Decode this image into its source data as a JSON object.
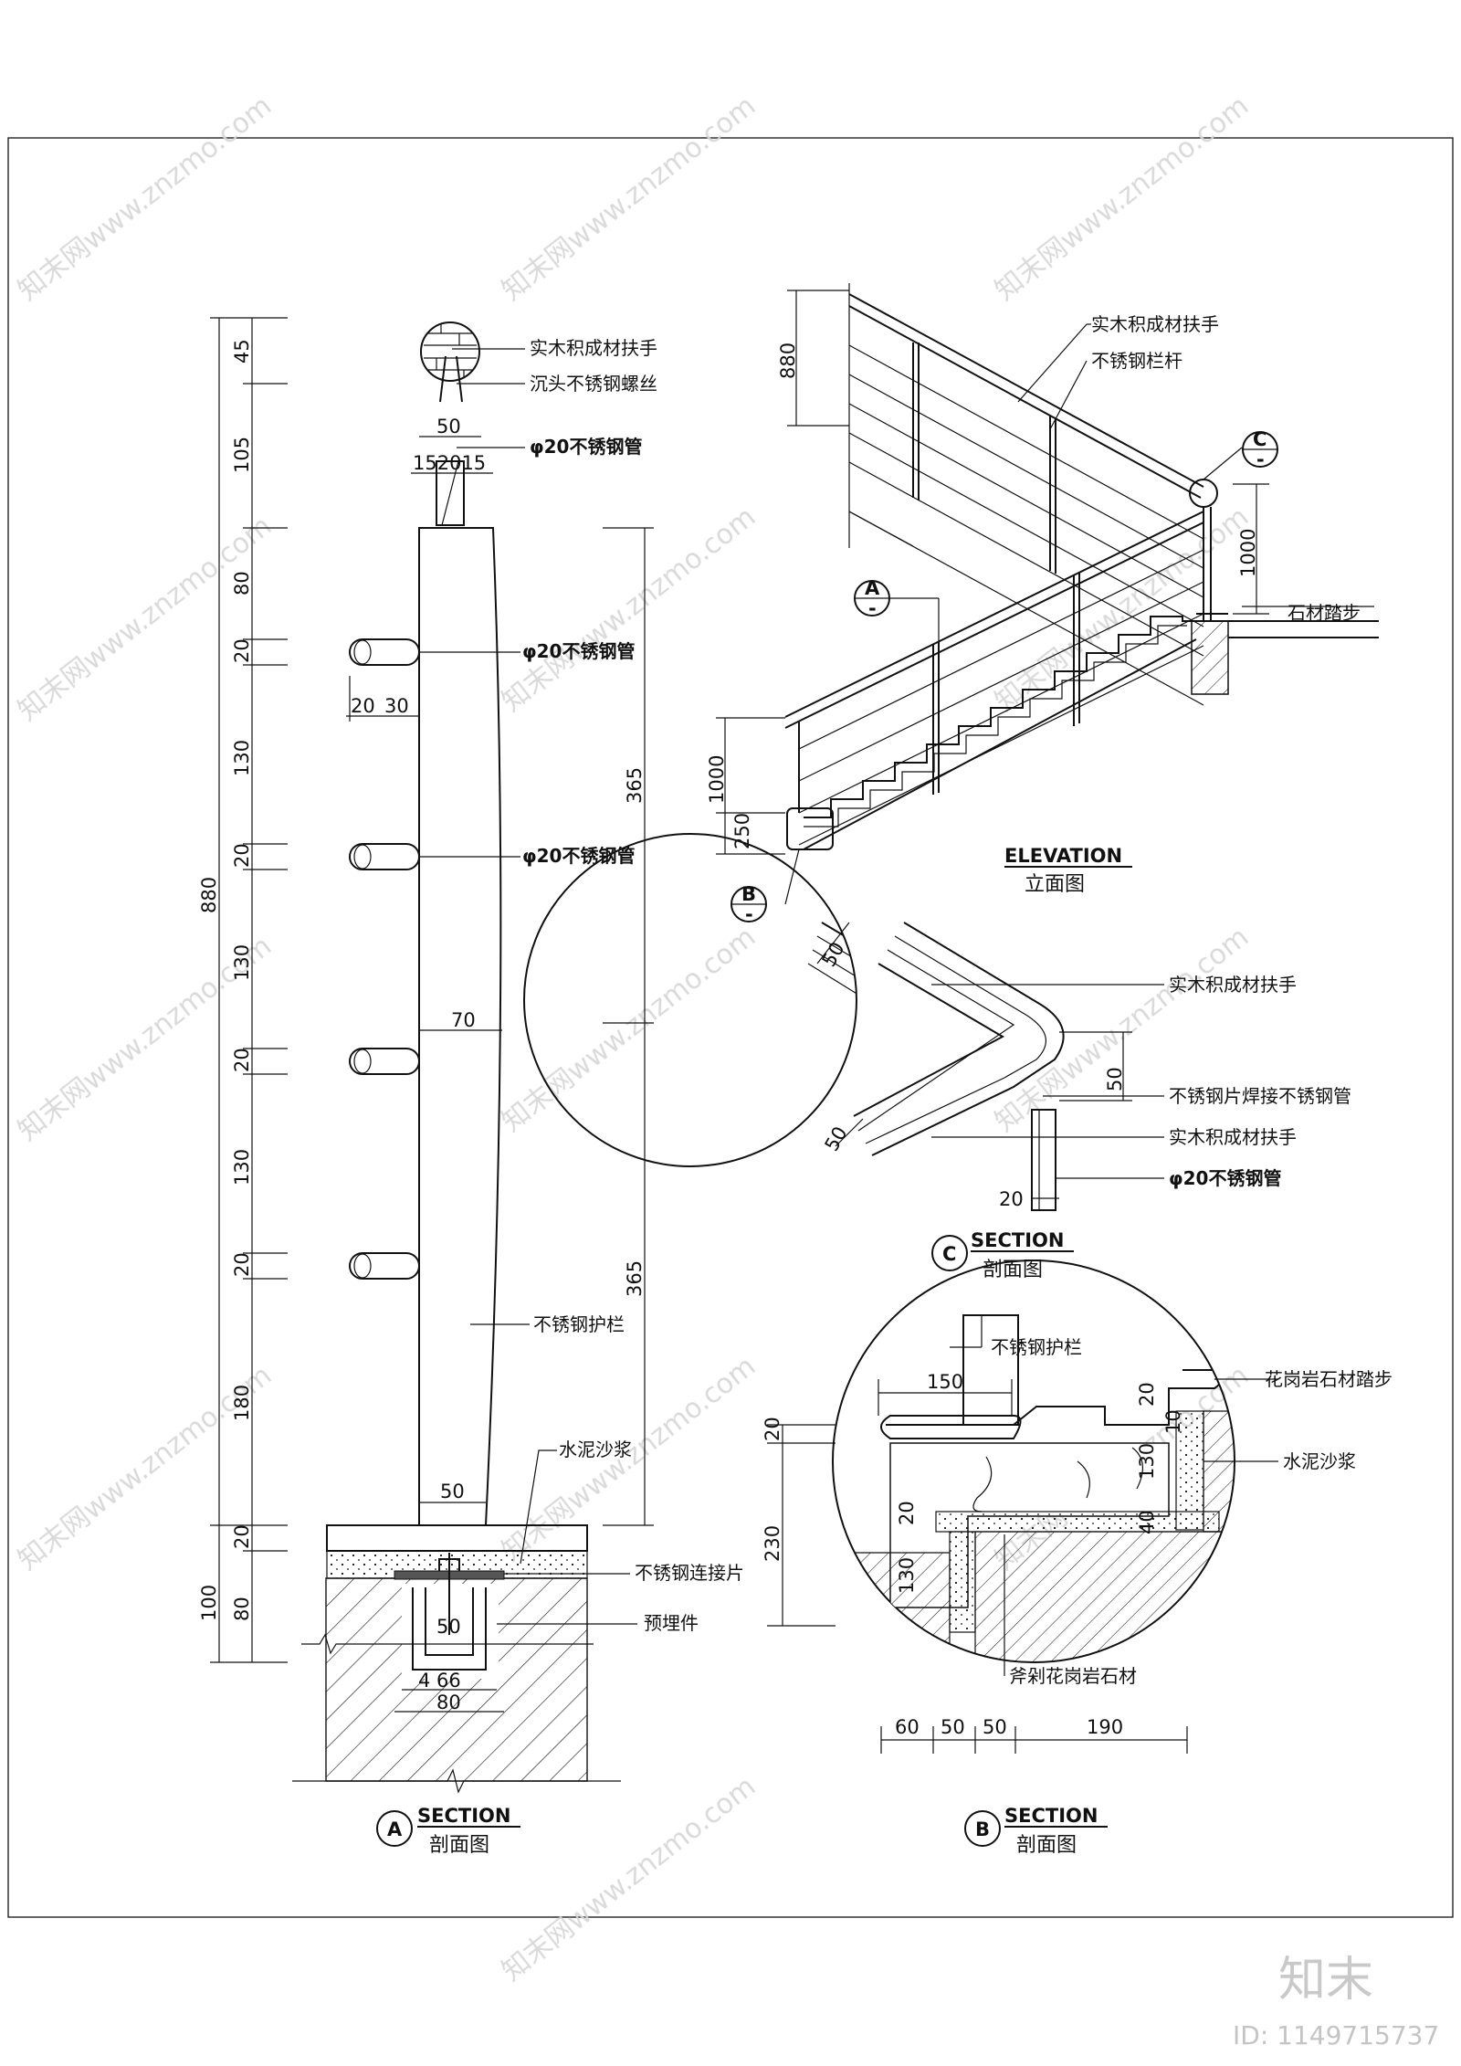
{
  "watermark": {
    "text": "知末网www.znzmo.com",
    "logo": "知末",
    "id_text": "ID: 1149715737"
  },
  "section_a": {
    "title_en": "SECTION",
    "title_cn": "剖面图",
    "marker": "A",
    "labels": {
      "handrail": "实木积成材扶手",
      "screw": "沉头不锈钢螺丝",
      "pipe_top": "φ20不锈钢管",
      "pipe1": "φ20不锈钢管",
      "pipe2": "φ20不锈钢管",
      "post": "不锈钢护栏",
      "mortar": "水泥沙浆",
      "plate": "不锈钢连接片",
      "embed": "预埋件"
    },
    "left_dims": [
      "45",
      "105",
      "80",
      "20",
      "130",
      "20",
      "130",
      "20",
      "130",
      "20",
      "180",
      "20",
      "80"
    ],
    "overall_left": "880",
    "overall_base": "100",
    "right_dims": [
      "365",
      "365"
    ],
    "width_dims": {
      "top_50": "50",
      "top_15": "152015",
      "pipe_20": "20",
      "pipe_30": "30",
      "mid_70": "70",
      "base_50": "50",
      "embed_50": "50",
      "embed_66": "4 66",
      "embed_80": "80"
    }
  },
  "elevation": {
    "title_en": "ELEVATION",
    "title_cn": "立面图",
    "labels": {
      "handrail": "实木积成材扶手",
      "rail": "不锈钢栏杆",
      "tread": "石材踏步"
    },
    "dims": {
      "top_880": "880",
      "right_1000": "1000",
      "left_1000": "1000",
      "left_250": "250"
    },
    "markers": {
      "a": "A",
      "b": "B",
      "c": "C",
      "dash": "-"
    }
  },
  "section_c": {
    "title_en": "SECTION",
    "title_cn": "剖面图",
    "marker": "C",
    "labels": {
      "handrail_top": "实木积成材扶手",
      "weld": "不锈钢片焊接不锈钢管",
      "handrail_bottom": "实木积成材扶手",
      "pipe": "φ20不锈钢管"
    },
    "dims": {
      "d50a": "50",
      "d50b": "50",
      "d50c": "50",
      "d20": "20"
    }
  },
  "section_b": {
    "title_en": "SECTION",
    "title_cn": "剖面图",
    "marker": "B",
    "labels": {
      "rail": "不锈钢护栏",
      "granite_tread": "花岗岩石材踏步",
      "mortar": "水泥沙浆",
      "chiseled": "斧剁花岗岩石材"
    },
    "dims": {
      "top_150": "150",
      "left_20": "20",
      "left_230": "230",
      "r_20": "20",
      "r_10": "10",
      "r_130": "130",
      "r_40": "40",
      "l_20": "20",
      "l_130": "130",
      "b_60": "60",
      "b_50a": "50",
      "b_50b": "50",
      "b_190": "190"
    }
  }
}
